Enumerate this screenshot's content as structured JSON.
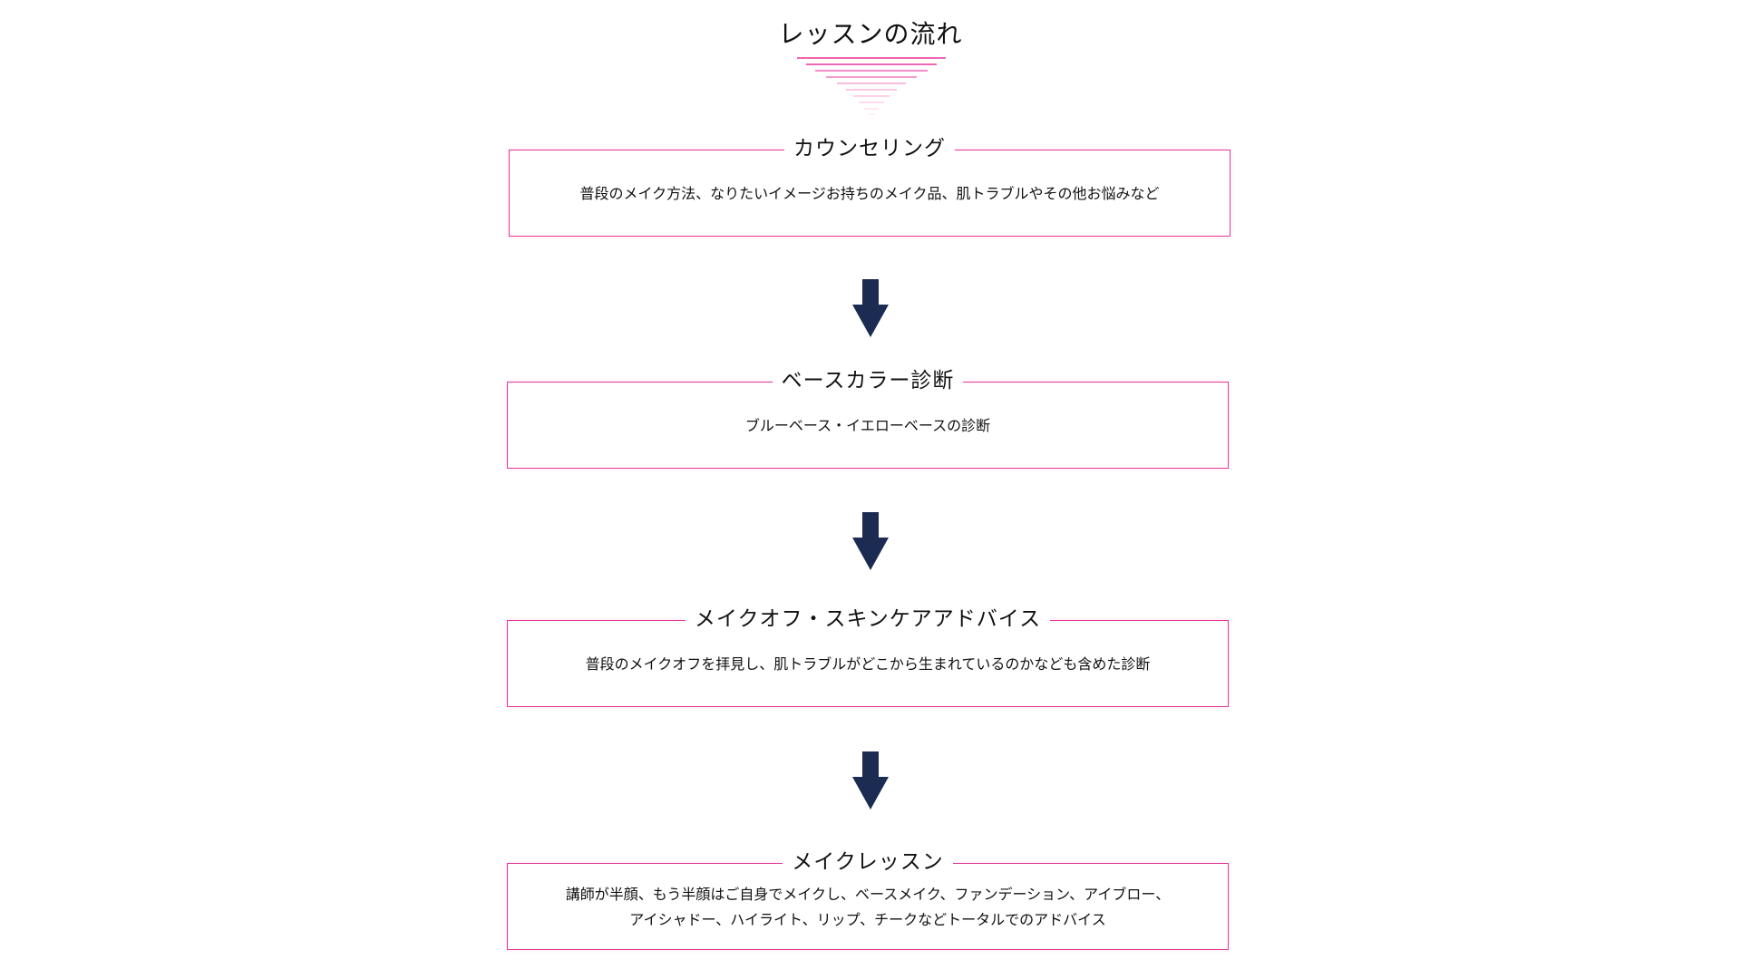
{
  "page": {
    "title": "レッスンの流れ"
  },
  "colors": {
    "accent": "#e8339b",
    "arrow": "#1b2b52"
  },
  "steps": [
    {
      "title": "カウンセリング",
      "lines": [
        "普段のメイク方法、なりたいイメージお持ちのメイク品、肌トラブルやその他お悩みなど"
      ]
    },
    {
      "title": "ベースカラー診断",
      "lines": [
        "ブルーベース・イエローベースの診断"
      ]
    },
    {
      "title": "メイクオフ・スキンケアアドバイス",
      "lines": [
        "普段のメイクオフを拝見し、肌トラブルがどこから生まれているのかなども含めた診断"
      ]
    },
    {
      "title": "メイクレッスン",
      "lines": [
        "講師が半顔、もう半顔はご自身でメイクし、ベースメイク、ファンデーション、アイブロー、",
        "アイシャドー、ハイライト、リップ、チークなどトータルでのアドバイス"
      ]
    }
  ],
  "icons": {
    "title_decoration": "pink-stripe-triangle-icon",
    "step_connector": "arrow-down-icon"
  }
}
